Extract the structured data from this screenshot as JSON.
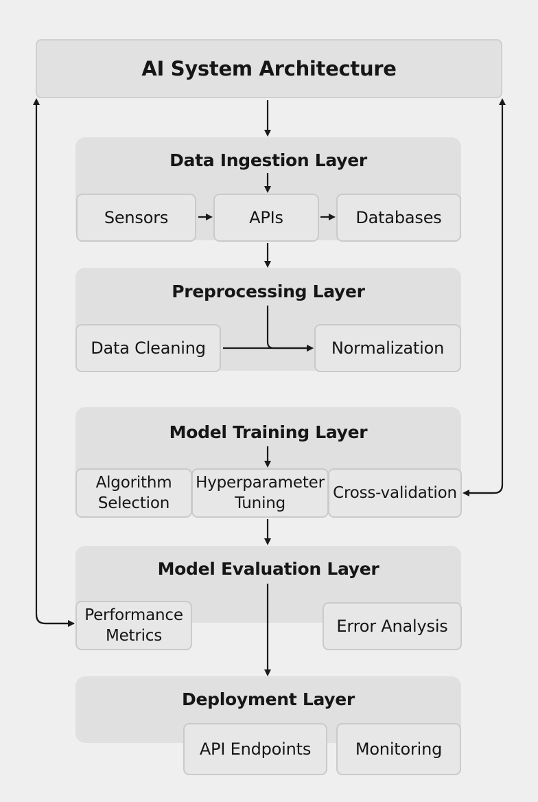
{
  "title": "AI System Architecture",
  "layers": {
    "ingestion": {
      "title": "Data Ingestion Layer",
      "nodes": {
        "sensors": "Sensors",
        "apis": "APIs",
        "databases": "Databases"
      }
    },
    "preprocessing": {
      "title": "Preprocessing Layer",
      "nodes": {
        "cleaning": "Data Cleaning",
        "normalization": "Normalization"
      }
    },
    "training": {
      "title": "Model Training Layer",
      "nodes": {
        "algorithm_line1": "Algorithm",
        "algorithm_line2": "Selection",
        "hyper_line1": "Hyperparameter",
        "hyper_line2": "Tuning",
        "cross": "Cross-validation"
      }
    },
    "evaluation": {
      "title": "Model Evaluation Layer",
      "nodes": {
        "perf_line1": "Performance",
        "perf_line2": "Metrics",
        "error": "Error Analysis"
      }
    },
    "deployment": {
      "title": "Deployment Layer",
      "nodes": {
        "endpoints": "API Endpoints",
        "monitoring": "Monitoring"
      }
    }
  }
}
